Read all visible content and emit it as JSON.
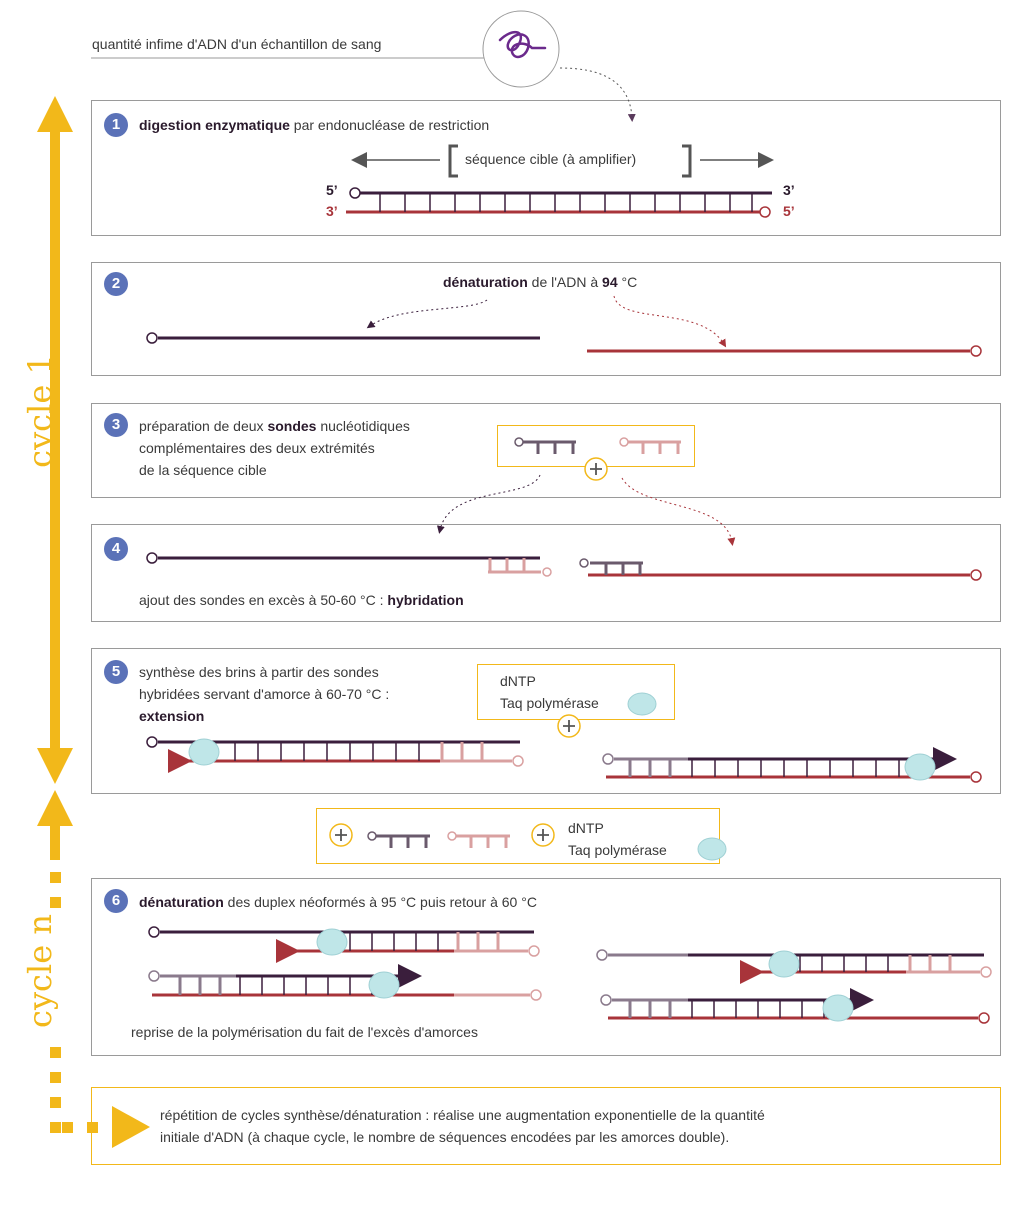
{
  "header": {
    "sample_text": "quantité infime d'ADN d'un échantillon de sang"
  },
  "cycles": {
    "cycle1": "cycle 1",
    "cyclen": "cycle n"
  },
  "steps": [
    {
      "number": "1",
      "bold": "digestion enzymatique",
      "rest": " par endonucléase de restriction",
      "target": "séquence cible (à amplifier)",
      "end5_top": "5’",
      "end3_top": "3’",
      "end3_bottom": "3’",
      "end5_bottom": "5’"
    },
    {
      "number": "2",
      "bold": "dénaturation",
      "mid": " de l'ADN à ",
      "temp": "94",
      "unit": " °C"
    },
    {
      "number": "3",
      "pre": "préparation de deux ",
      "bold": "sondes",
      "post": " nucléotidiques",
      "line2": "complémentaires des deux extrémités",
      "line3": "de la séquence cible"
    },
    {
      "number": "4",
      "pre": "ajout des sondes en excès à 50-60 °C : ",
      "bold": "hybridation"
    },
    {
      "number": "5",
      "line1": "synthèse des brins à partir des sondes",
      "line2": "hybridées servant d'amorce à 60-70 °C :",
      "bold": "extension",
      "reagent1": "dNTP",
      "reagent2": "Taq polymérase"
    },
    {
      "number": "6",
      "bold": "dénaturation",
      "rest": " des duplex néoformés à 95 °C puis retour à 60 °C",
      "note": "reprise de la polymérisation du fait de l'excès d'amorces"
    }
  ],
  "between": {
    "reagent1": "dNTP",
    "reagent2": "Taq polymérase"
  },
  "footer": {
    "line1": "répétition de cycles synthèse/dénaturation : réalise une augmentation exponentielle de la quantité",
    "line2": "initiale d'ADN (à chaque cycle, le nombre de séquences encodées par les amorces double)."
  },
  "colors": {
    "dark": "#3a1e3c",
    "red": "#a8343a",
    "pink": "#d9a0a0",
    "grey": "#8a7a8c",
    "yellow": "#f2b81a",
    "blue": "#5b72b8",
    "enzyme": "#bfe6e8"
  }
}
